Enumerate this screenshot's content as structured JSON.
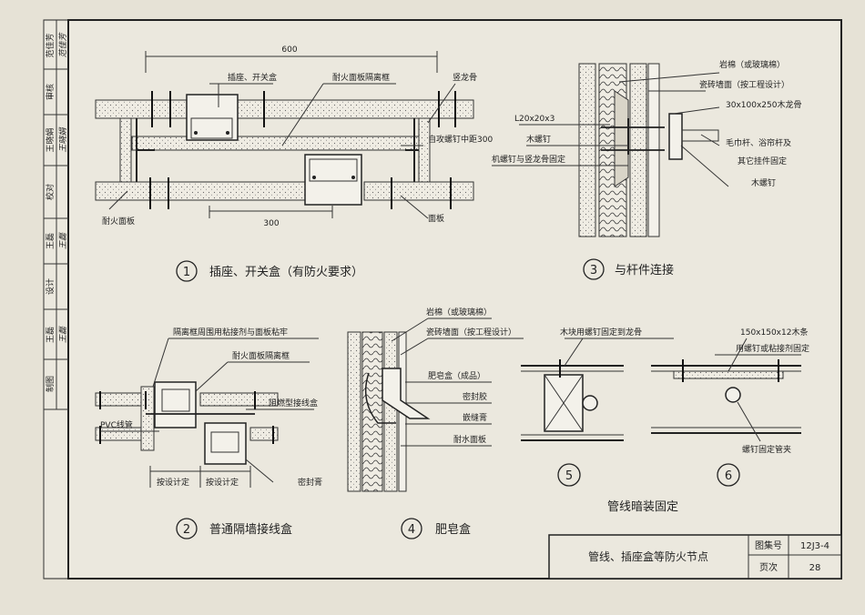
{
  "side_column": {
    "rows": [
      {
        "role": "范佳芳",
        "sign": "范佳芳"
      },
      {
        "role": "审核",
        "sign": ""
      },
      {
        "role": "王晓娟",
        "sign": "王晓娟"
      },
      {
        "role": "校对",
        "sign": ""
      },
      {
        "role": "王磊",
        "sign": "王磊"
      },
      {
        "role": "设计",
        "sign": ""
      },
      {
        "role": "王磊",
        "sign": "王磊"
      },
      {
        "role": "制图",
        "sign": ""
      }
    ]
  },
  "detail1": {
    "number": "1",
    "title": "插座、开关盒（有防火要求）",
    "dim_top": "600",
    "dim_bottom": "300",
    "labels": {
      "box": "插座、开关盒",
      "fire_frame": "耐火面板隔离框",
      "stud": "竖龙骨",
      "screw": "自攻螺钉中距300",
      "fire_panel": "耐火面板",
      "panel": "面板"
    }
  },
  "detail2": {
    "number": "2",
    "title": "普通隔墙接线盒",
    "labels": {
      "adhesive": "隔离框周围用粘接剂与面板粘牢",
      "fire_frame": "耐火面板隔离框",
      "pvc": "PVC线管",
      "junction": "阻燃型接线盒",
      "per_design1": "按设计定",
      "per_design2": "按设计定",
      "sealant": "密封膏"
    }
  },
  "detail3": {
    "number": "3",
    "title": "与杆件连接",
    "labels": {
      "rockwool": "岩棉（或玻璃棉）",
      "tile": "瓷砖墙面（按工程设计）",
      "wood_keel": "30x100x250木龙骨",
      "angle": "L20x20x3",
      "wood_screw": "木螺钉",
      "machine_screw": "机螺钉与竖龙骨固定",
      "towel": "毛巾杆、浴帘杆及",
      "other": "其它挂件固定",
      "wood_screw2": "木螺钉"
    }
  },
  "detail4": {
    "number": "4",
    "title": "肥皂盒",
    "labels": {
      "rockwool": "岩棉（或玻璃棉）",
      "tile": "瓷砖墙面（按工程设计）",
      "soapbox": "肥皂盒（成品）",
      "sealant": "密封胶",
      "grout": "嵌缝膏",
      "water_panel": "耐水面板"
    }
  },
  "detail56": {
    "number5": "5",
    "number6": "6",
    "title": "管线暗装固定",
    "labels": {
      "wood_block": "木块用螺钉固定到龙骨",
      "wood_strip": "150x150x12木条",
      "fix": "用螺钉或粘接剂固定",
      "clip": "螺钉固定管夹"
    }
  },
  "title_block": {
    "title": "管线、插座盒等防火节点",
    "atlas_label": "图集号",
    "atlas_value": "12J3-4",
    "page_label": "页次",
    "page_value": "28"
  }
}
